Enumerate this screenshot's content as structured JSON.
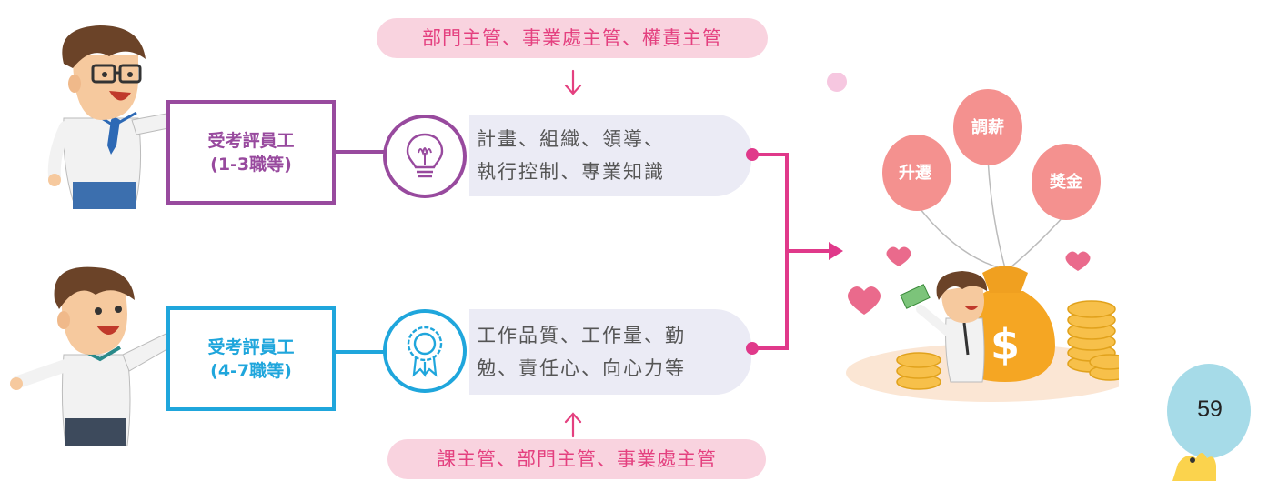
{
  "top_evaluators": "部門主管、事業處主管、權責主管",
  "bottom_evaluators": "課主管、部門主管、事業處主管",
  "group1": {
    "title": "受考評員工",
    "grade": "(1-3職等)",
    "criteria_line1": "計畫、組織、領導、",
    "criteria_line2": "執行控制、專業知識",
    "color": "#984a9e",
    "icon": "lightbulb-icon"
  },
  "group2": {
    "title": "受考評員工",
    "grade": "(4-7職等)",
    "criteria_line1": "工作品質、工作量、勤",
    "criteria_line2": "勉、責任心、向心力等",
    "color": "#1fa6dc",
    "icon": "award-ribbon-icon"
  },
  "outcomes": {
    "promotion": "升遷",
    "salary": "調薪",
    "bonus": "獎金"
  },
  "page_number": "59",
  "colors": {
    "connector": "#e0398a",
    "pill_bg": "#f9d3df",
    "pill_text": "#e4407f",
    "criteria_bg": "#ebebf5",
    "balloon": "#f4918f",
    "page_balloon": "#a6dbe8"
  }
}
